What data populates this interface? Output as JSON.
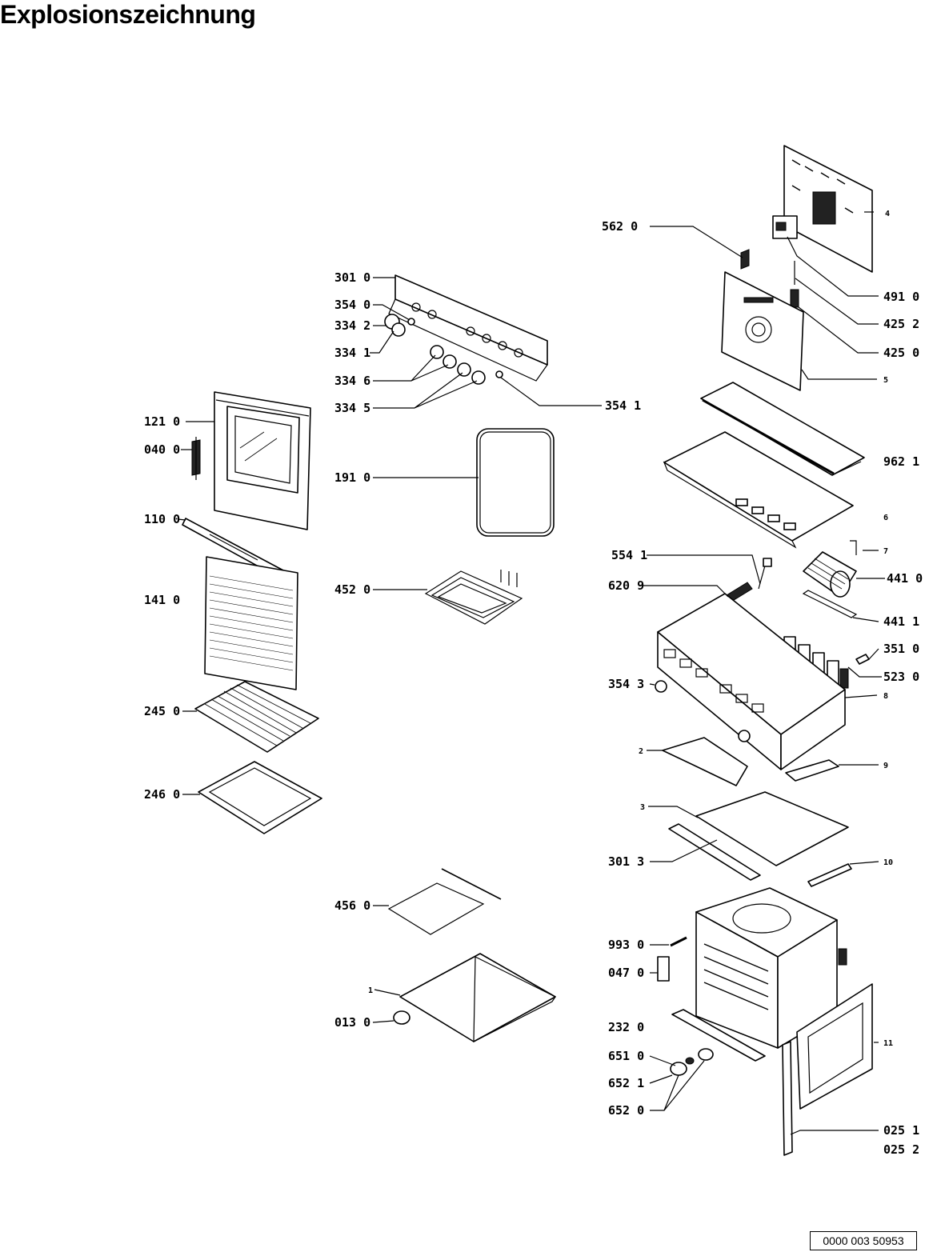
{
  "title": "Explosionszeichnung",
  "document_number": "0000 003 50953",
  "labels": {
    "l5620": "562 0",
    "l4": "4",
    "l3010": "301 0",
    "l4910": "491 0",
    "l3540": "354 0",
    "l3342": "334 2",
    "l4252": "425 2",
    "l3341": "334 1",
    "l4250": "425 0",
    "l3346": "334 6",
    "l5": "5",
    "l3345": "334 5",
    "l3541": "354 1",
    "l1210": "121 0",
    "l0400": "040 0",
    "l1910": "191 0",
    "l9621": "962 1",
    "l6": "6",
    "l1100": "110 0",
    "l7": "7",
    "l5541": "554 1",
    "l4520": "452 0",
    "l6209": "620 9",
    "l4410": "441 0",
    "l1410": "141 0",
    "l4411": "441 1",
    "l3510": "351 0",
    "l5230": "523 0",
    "l3543": "354 3",
    "l8": "8",
    "l2450": "245 0",
    "l2": "2",
    "l9": "9",
    "l2460": "246 0",
    "l3": "3",
    "l3013": "301 3",
    "l10": "10",
    "l4560": "456 0",
    "l9930": "993 0",
    "l0470": "047 0",
    "l1": "1",
    "l0130": "013 0",
    "l2320": "232 0",
    "l11": "11",
    "l6510": "651 0",
    "l6521": "652 1",
    "l6520": "652 0",
    "l0251": "025 1",
    "l0252": "025 2"
  }
}
